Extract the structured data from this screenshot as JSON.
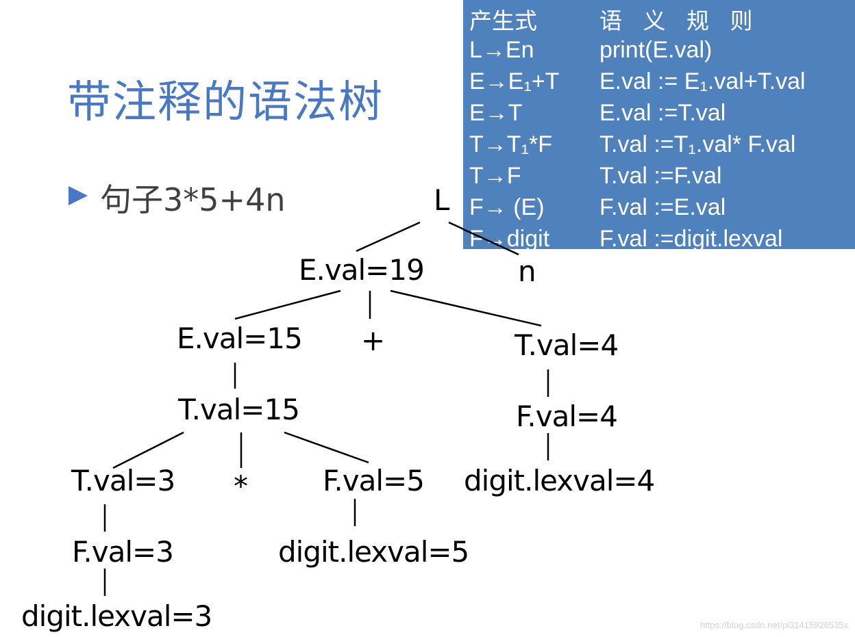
{
  "slide": {
    "title": "带注释的语法树",
    "bullet_text": "句子3*5+4n"
  },
  "rules_table": {
    "header_production": "产生式",
    "header_semantic": "语 义 规 则",
    "rows": [
      {
        "production": "L→En",
        "semantic": "print(E.val)"
      },
      {
        "production": "E→E₁+T",
        "semantic": "E.val := E₁.val+T.val"
      },
      {
        "production": "E→T",
        "semantic": "E.val :=T.val"
      },
      {
        "production": "T→T₁*F",
        "semantic": "T.val :=T₁.val* F.val"
      },
      {
        "production": "T→F",
        "semantic": "T.val :=F.val"
      },
      {
        "production": "F→ (E)",
        "semantic": "F.val :=E.val"
      },
      {
        "production": "F→digit",
        "semantic": "F.val :=digit.lexval"
      }
    ]
  },
  "tree": {
    "root": "L",
    "e19": "E.val=19",
    "n": "n",
    "e15": "E.val=15",
    "plus": "+",
    "t4": "T.val=4",
    "t15": "T.val=15",
    "f4": "F.val=4",
    "t3": "T.val=3",
    "star": "*",
    "f5": "F.val=5",
    "digit4": "digit.lexval=4",
    "f3": "F.val=3",
    "digit5": "digit.lexval=5",
    "digit3": "digit.lexval=3"
  },
  "watermark": "https://blog.csdn.net/pi31415926535x",
  "colors": {
    "title": "#4a78c2",
    "panel": "#4f81bd",
    "bullet": "#4a78c2"
  }
}
